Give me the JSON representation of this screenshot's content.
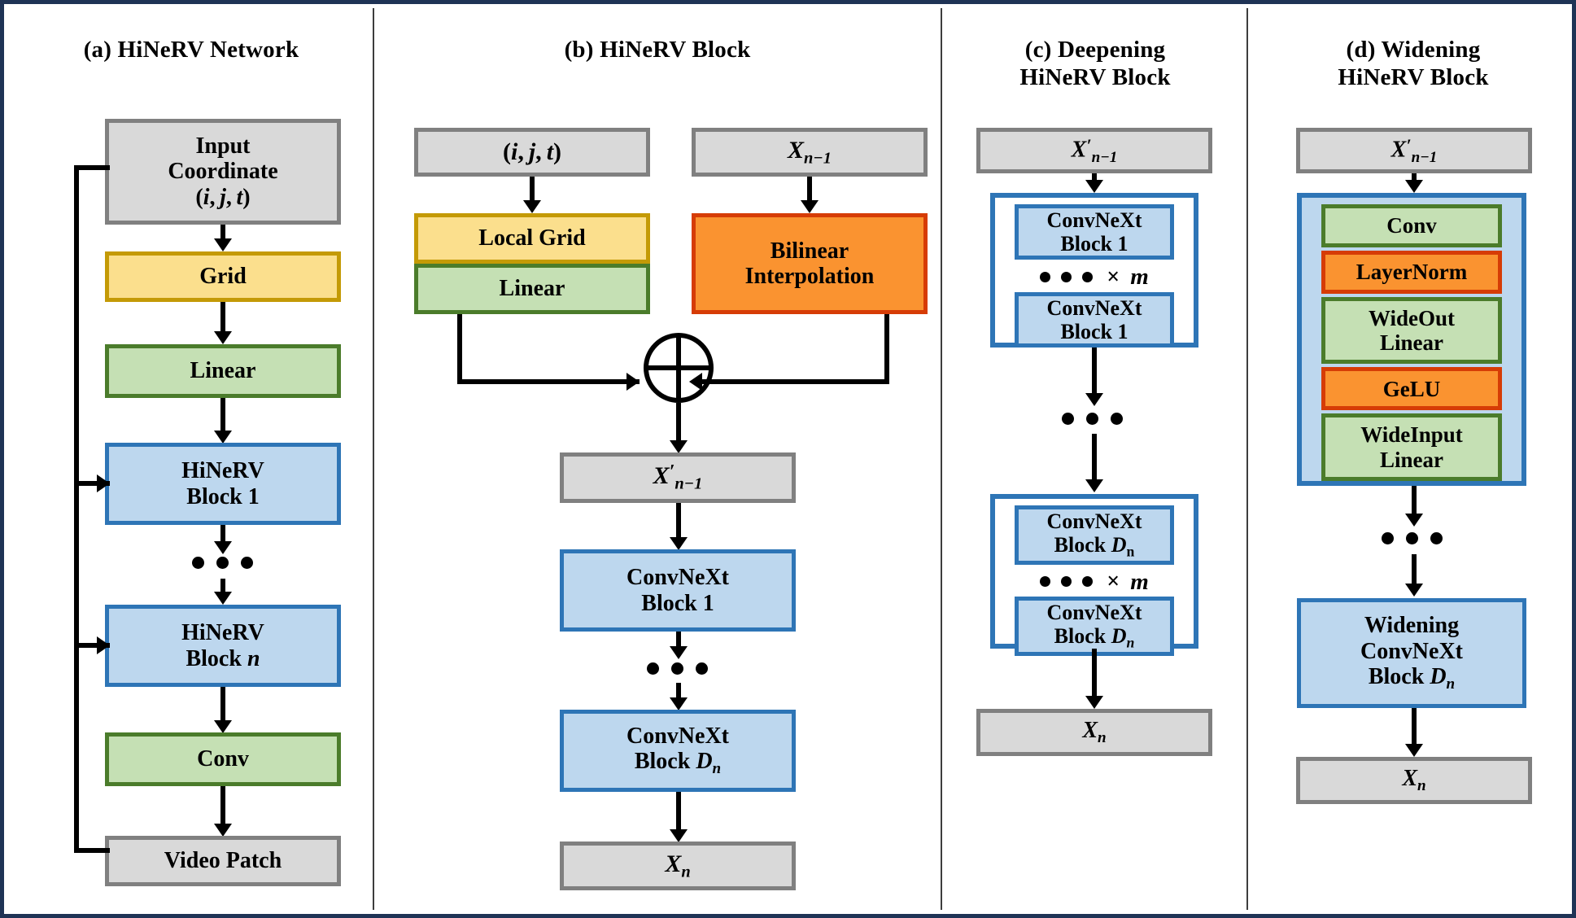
{
  "figure": {
    "panels": [
      {
        "id": "a",
        "title": "(a) HiNeRV Network",
        "nodes": [
          {
            "name": "input-coordinate",
            "label": "Input Coordinate (i, j, t)",
            "kind": "gray"
          },
          {
            "name": "grid",
            "label": "Grid",
            "kind": "yellow"
          },
          {
            "name": "linear",
            "label": "Linear",
            "kind": "green"
          },
          {
            "name": "hinerv-block-1",
            "label": "HiNeRV Block 1",
            "kind": "blue"
          },
          {
            "name": "ellipsis",
            "label": "• • •",
            "kind": "dots"
          },
          {
            "name": "hinerv-block-n",
            "label": "HiNeRV Block n",
            "kind": "blue"
          },
          {
            "name": "conv",
            "label": "Conv",
            "kind": "green"
          },
          {
            "name": "video-patch",
            "label": "Video Patch",
            "kind": "gray"
          }
        ]
      },
      {
        "id": "b",
        "title": "(b) HiNeRV Block",
        "nodes": [
          {
            "name": "coord-input",
            "label": "(i, j, t)",
            "kind": "gray"
          },
          {
            "name": "x-n-minus-1",
            "label": "X n-1",
            "kind": "gray"
          },
          {
            "name": "local-grid",
            "label": "Local Grid",
            "kind": "yellow"
          },
          {
            "name": "linear",
            "label": "Linear",
            "kind": "green"
          },
          {
            "name": "bilinear-interpolation",
            "label": "Bilinear Interpolation",
            "kind": "orange"
          },
          {
            "name": "add-operator",
            "label": "⊕",
            "kind": "operator"
          },
          {
            "name": "x-prime-n-minus-1",
            "label": "X' n-1",
            "kind": "gray"
          },
          {
            "name": "convnext-block-1",
            "label": "ConvNeXt Block 1",
            "kind": "blue"
          },
          {
            "name": "ellipsis",
            "label": "• • •",
            "kind": "dots"
          },
          {
            "name": "convnext-block-dn",
            "label": "ConvNeXt Block D_n",
            "kind": "blue"
          },
          {
            "name": "x-n",
            "label": "X n",
            "kind": "gray"
          }
        ]
      },
      {
        "id": "c",
        "title": "(c) Deepening HiNeRV Block",
        "title_lines": [
          "(c) Deepening",
          "HiNeRV Block"
        ],
        "nodes": [
          {
            "name": "x-prime-n-minus-1",
            "label": "X' n-1",
            "kind": "gray"
          },
          {
            "name": "convnext-block-1",
            "label": "ConvNeXt Block 1",
            "kind": "blue"
          },
          {
            "name": "repeat-m",
            "label": "••• × m",
            "kind": "repeat"
          },
          {
            "name": "convnext-block-1-last",
            "label": "ConvNeXt Block 1",
            "kind": "blue"
          },
          {
            "name": "ellipsis",
            "label": "• • •",
            "kind": "dots"
          },
          {
            "name": "convnext-block-dn",
            "label": "ConvNeXt Block D n",
            "kind": "blue"
          },
          {
            "name": "repeat-m-2",
            "label": "••• × m",
            "kind": "repeat"
          },
          {
            "name": "convnext-block-dn-last",
            "label": "ConvNeXt Block D n",
            "kind": "blue"
          },
          {
            "name": "x-n",
            "label": "X n",
            "kind": "gray"
          }
        ]
      },
      {
        "id": "d",
        "title": "(d) Widening HiNeRV Block",
        "title_lines": [
          "(d) Widening",
          "HiNeRV Block"
        ],
        "nodes": [
          {
            "name": "x-prime-n-minus-1",
            "label": "X' n-1",
            "kind": "gray"
          },
          {
            "name": "conv",
            "label": "Conv",
            "kind": "green"
          },
          {
            "name": "layernorm",
            "label": "LayerNorm",
            "kind": "orange"
          },
          {
            "name": "wideout-linear",
            "label": "WideOut Linear",
            "kind": "green"
          },
          {
            "name": "gelu",
            "label": "GeLU",
            "kind": "orange"
          },
          {
            "name": "wideinput-linear",
            "label": "WideInput Linear",
            "kind": "green"
          },
          {
            "name": "ellipsis",
            "label": "• • •",
            "kind": "dots"
          },
          {
            "name": "widening-convnext-block-dn",
            "label": "Widening ConvNeXt Block D_n",
            "kind": "blue"
          },
          {
            "name": "x-n",
            "label": "X n",
            "kind": "gray"
          }
        ]
      }
    ]
  },
  "a": {
    "title": "(a) HiNeRV Network",
    "input_line1": "Input",
    "input_line2": "Coordinate",
    "grid": "Grid",
    "linear": "Linear",
    "block1_l1": "HiNeRV",
    "block1_l2": "Block 1",
    "blockn_l1": "HiNeRV",
    "blockn_l2": "Block",
    "blockn_var": "n",
    "conv": "Conv",
    "video_patch": "Video Patch"
  },
  "b": {
    "title": "(b) HiNeRV Block",
    "local_grid": "Local Grid",
    "linear": "Linear",
    "bilinear_l1": "Bilinear",
    "bilinear_l2": "Interpolation",
    "convnext1_l1": "ConvNeXt",
    "convnext1_l2": "Block 1",
    "convnextd_l1": "ConvNeXt",
    "convnextd_l2": "Block"
  },
  "c": {
    "title_l1": "(c) Deepening",
    "title_l2": "HiNeRV Block",
    "cn_l1": "ConvNeXt",
    "cn1_l2": "Block 1",
    "cnd_l2": "Block",
    "times": "×",
    "m": "m"
  },
  "d": {
    "title_l1": "(d) Widening",
    "title_l2": "HiNeRV Block",
    "conv": "Conv",
    "layernorm": "LayerNorm",
    "wideout_l1": "WideOut",
    "wideout_l2": "Linear",
    "gelu": "GeLU",
    "wideinput_l1": "WideInput",
    "wideinput_l2": "Linear",
    "widening_l1": "Widening",
    "widening_l2": "ConvNeXt",
    "widening_l3": "Block"
  },
  "colors": {
    "frame": "#1f3355",
    "gray_fill": "#d9d9d9",
    "gray_border": "#808080",
    "yellow_fill": "#fbdf8d",
    "yellow_border": "#c49a06",
    "green_fill": "#c5e0b4",
    "green_border": "#4b7c2b",
    "blue_fill": "#bdd7ee",
    "blue_border": "#2e75b6",
    "orange_fill": "#fa9330",
    "orange_border": "#d63c06",
    "arrow": "#000000"
  }
}
